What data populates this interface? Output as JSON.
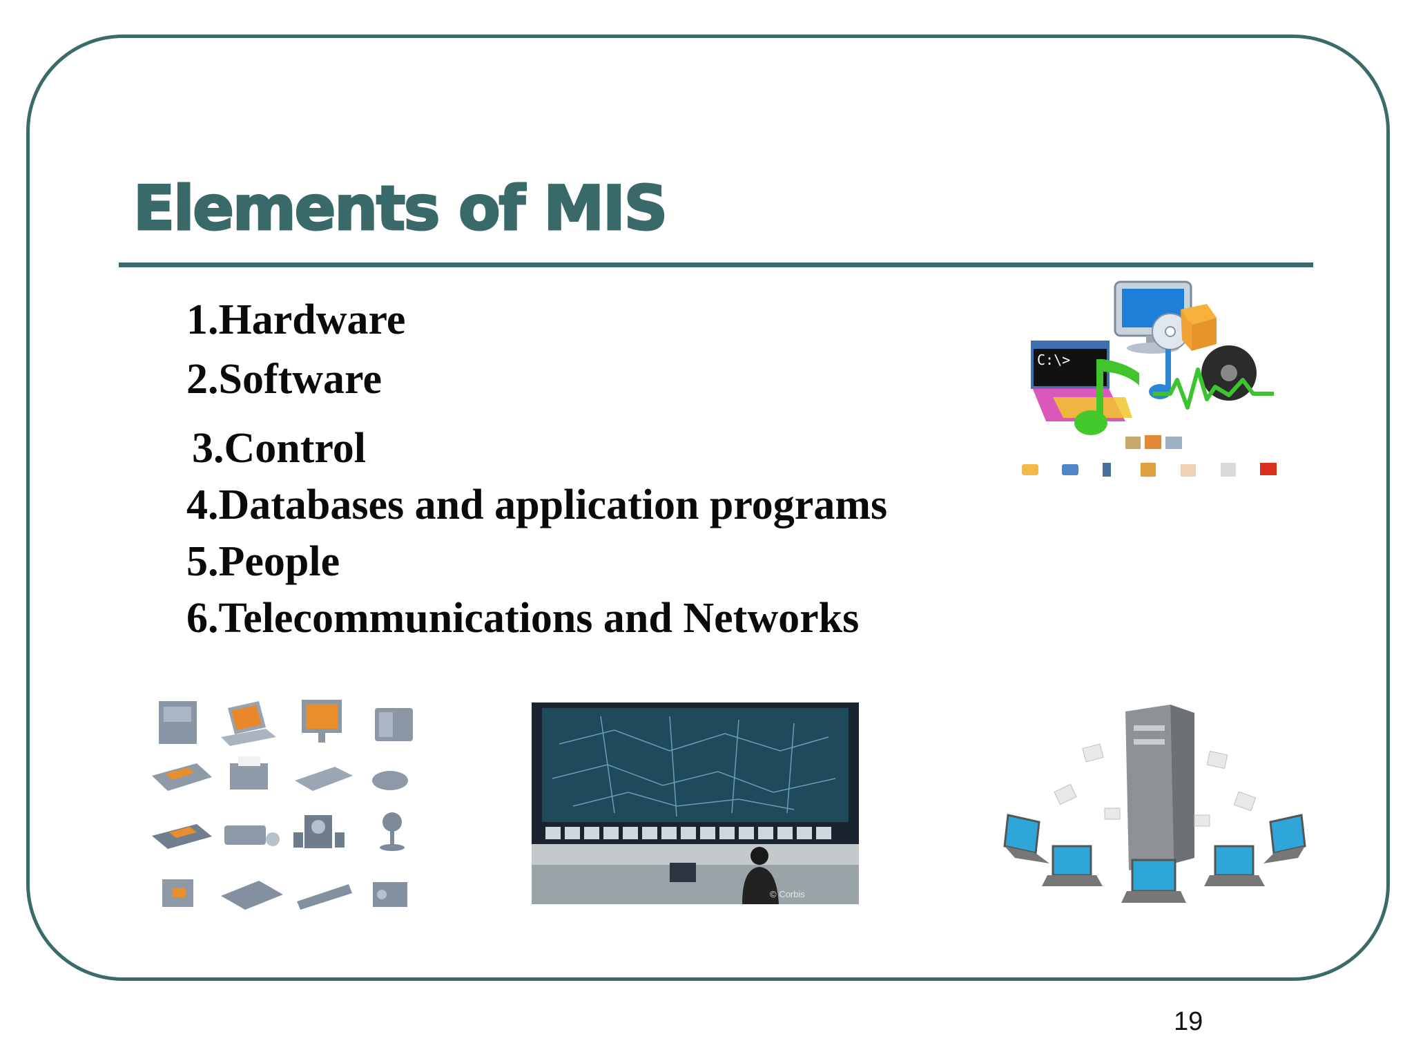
{
  "slide": {
    "title": "Elements of MIS",
    "page_number": "19",
    "items": [
      "1.Hardware",
      "2.Software",
      "3.Control",
      "4.Databases and application programs",
      "5.People",
      "6.Telecommunications and Networks"
    ]
  },
  "images": {
    "software_illustration": "software-icons-collage",
    "hardware_illustration": "hardware-devices-grid",
    "control_room_photo": "control-room-monitor-wall",
    "network_illustration": "server-with-laptops-network",
    "control_room_watermark": "© Corbis"
  },
  "colors": {
    "accent": "#396a69",
    "text": "#0a0a0a"
  }
}
